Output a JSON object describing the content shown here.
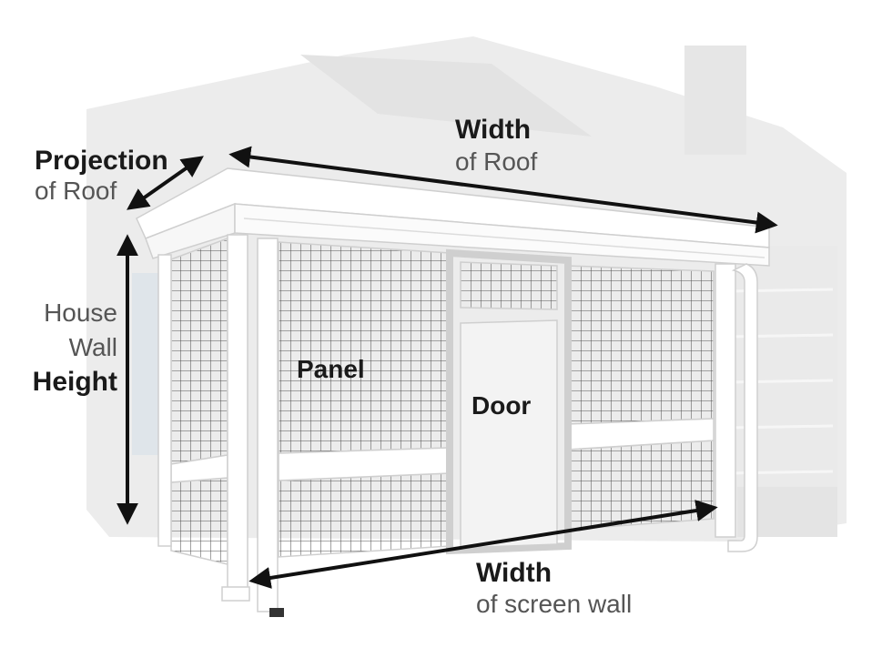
{
  "labels": {
    "projection": {
      "main": "Projection",
      "sub": "of Roof"
    },
    "roof_width": {
      "main": "Width",
      "sub": "of Roof"
    },
    "house_wall": {
      "line1": "House",
      "line2": "Wall",
      "main": "Height"
    },
    "panel": "Panel",
    "door": "Door",
    "screen_wall_width": {
      "main": "Width",
      "sub": "of screen wall"
    }
  },
  "colors": {
    "house_silhouette": "#ececec",
    "structure": "#ffffff",
    "outline": "#cfcfcf",
    "screen_mesh": "#555555",
    "arrow": "#111111",
    "label_dark": "#1a1a1a",
    "label_light": "#555555"
  }
}
